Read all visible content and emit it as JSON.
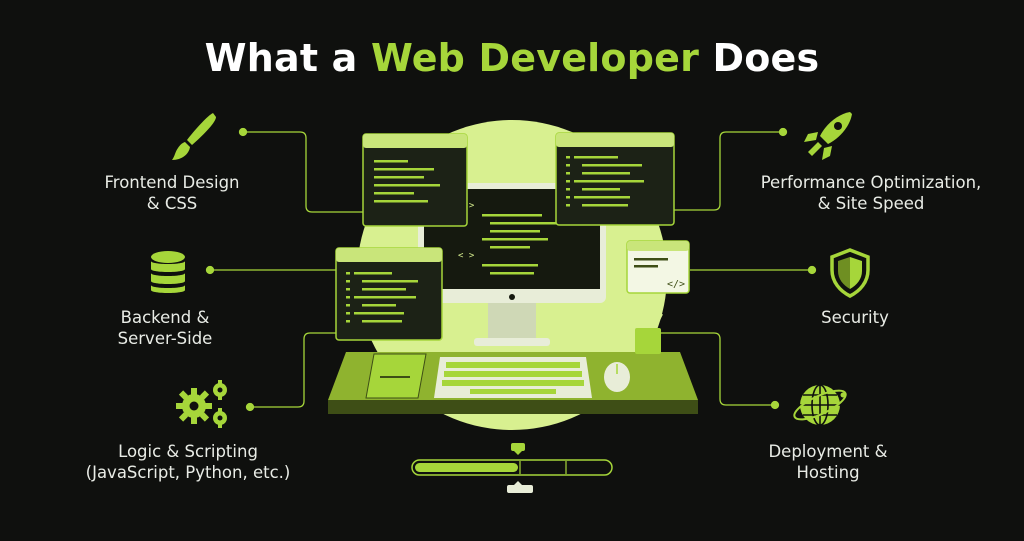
{
  "title": {
    "part1": "What a ",
    "highlight": "Web Developer",
    "part2": " Does"
  },
  "colors": {
    "background": "#0f100e",
    "accent": "#a6d63a",
    "accent_light": "#d8f090",
    "panel_dark": "#1c2216",
    "text": "#e9ece6"
  },
  "roles": {
    "frontend": {
      "line1": "Frontend Design",
      "line2": "& CSS",
      "icon": "paintbrush-icon"
    },
    "backend": {
      "line1": "Backend &",
      "line2": "Server-Side",
      "icon": "database-icon"
    },
    "logic": {
      "line1": "Logic & Scripting",
      "line2": "(JavaScript, Python, etc.)",
      "icon": "gears-icon"
    },
    "performance": {
      "line1": "Performance Optimization,",
      "line2": "& Site Speed",
      "icon": "rocket-icon"
    },
    "security": {
      "line1": "Security",
      "icon": "shield-icon"
    },
    "deployment": {
      "line1": "Deployment &",
      "line2": "Hosting",
      "icon": "globe-icon"
    }
  },
  "code_tag": "</>",
  "code_angle": "< >"
}
